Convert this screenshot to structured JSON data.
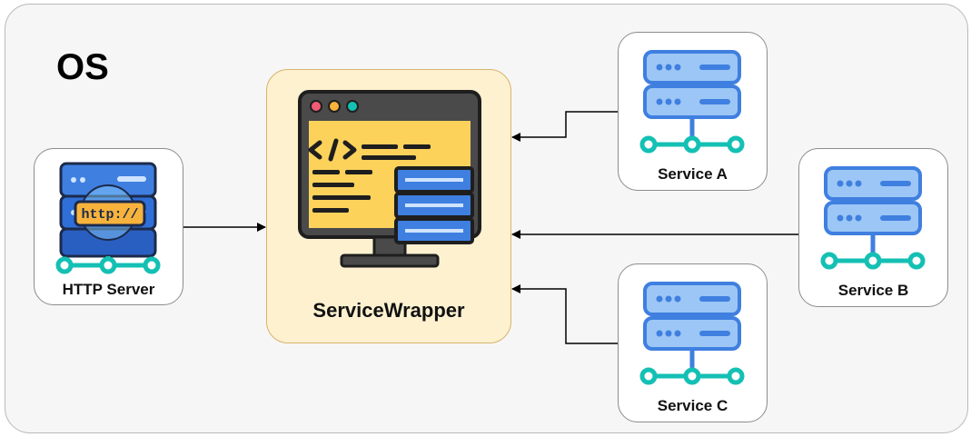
{
  "os": {
    "label": "OS"
  },
  "nodes": {
    "http_server": {
      "label": "HTTP Server",
      "badge": "http://"
    },
    "service_wrapper": {
      "label": "ServiceWrapper"
    },
    "service_a": {
      "label": "Service A"
    },
    "service_b": {
      "label": "Service B"
    },
    "service_c": {
      "label": "Service C"
    }
  },
  "edges": [
    {
      "from": "HTTP Server",
      "to": "ServiceWrapper"
    },
    {
      "from": "Service A",
      "to": "ServiceWrapper"
    },
    {
      "from": "Service B",
      "to": "ServiceWrapper"
    },
    {
      "from": "Service C",
      "to": "ServiceWrapper"
    }
  ],
  "colors": {
    "os_background": "#f6f6f6",
    "wrapper_fill": "#fdf1d0",
    "wrapper_border": "#d7b46a",
    "server_blue": "#9cc6f5",
    "server_blue_dark": "#3f7fe0",
    "network_teal": "#14c0b4",
    "monitor_screen": "#fcd25b",
    "badge_orange": "#f7b33c"
  }
}
